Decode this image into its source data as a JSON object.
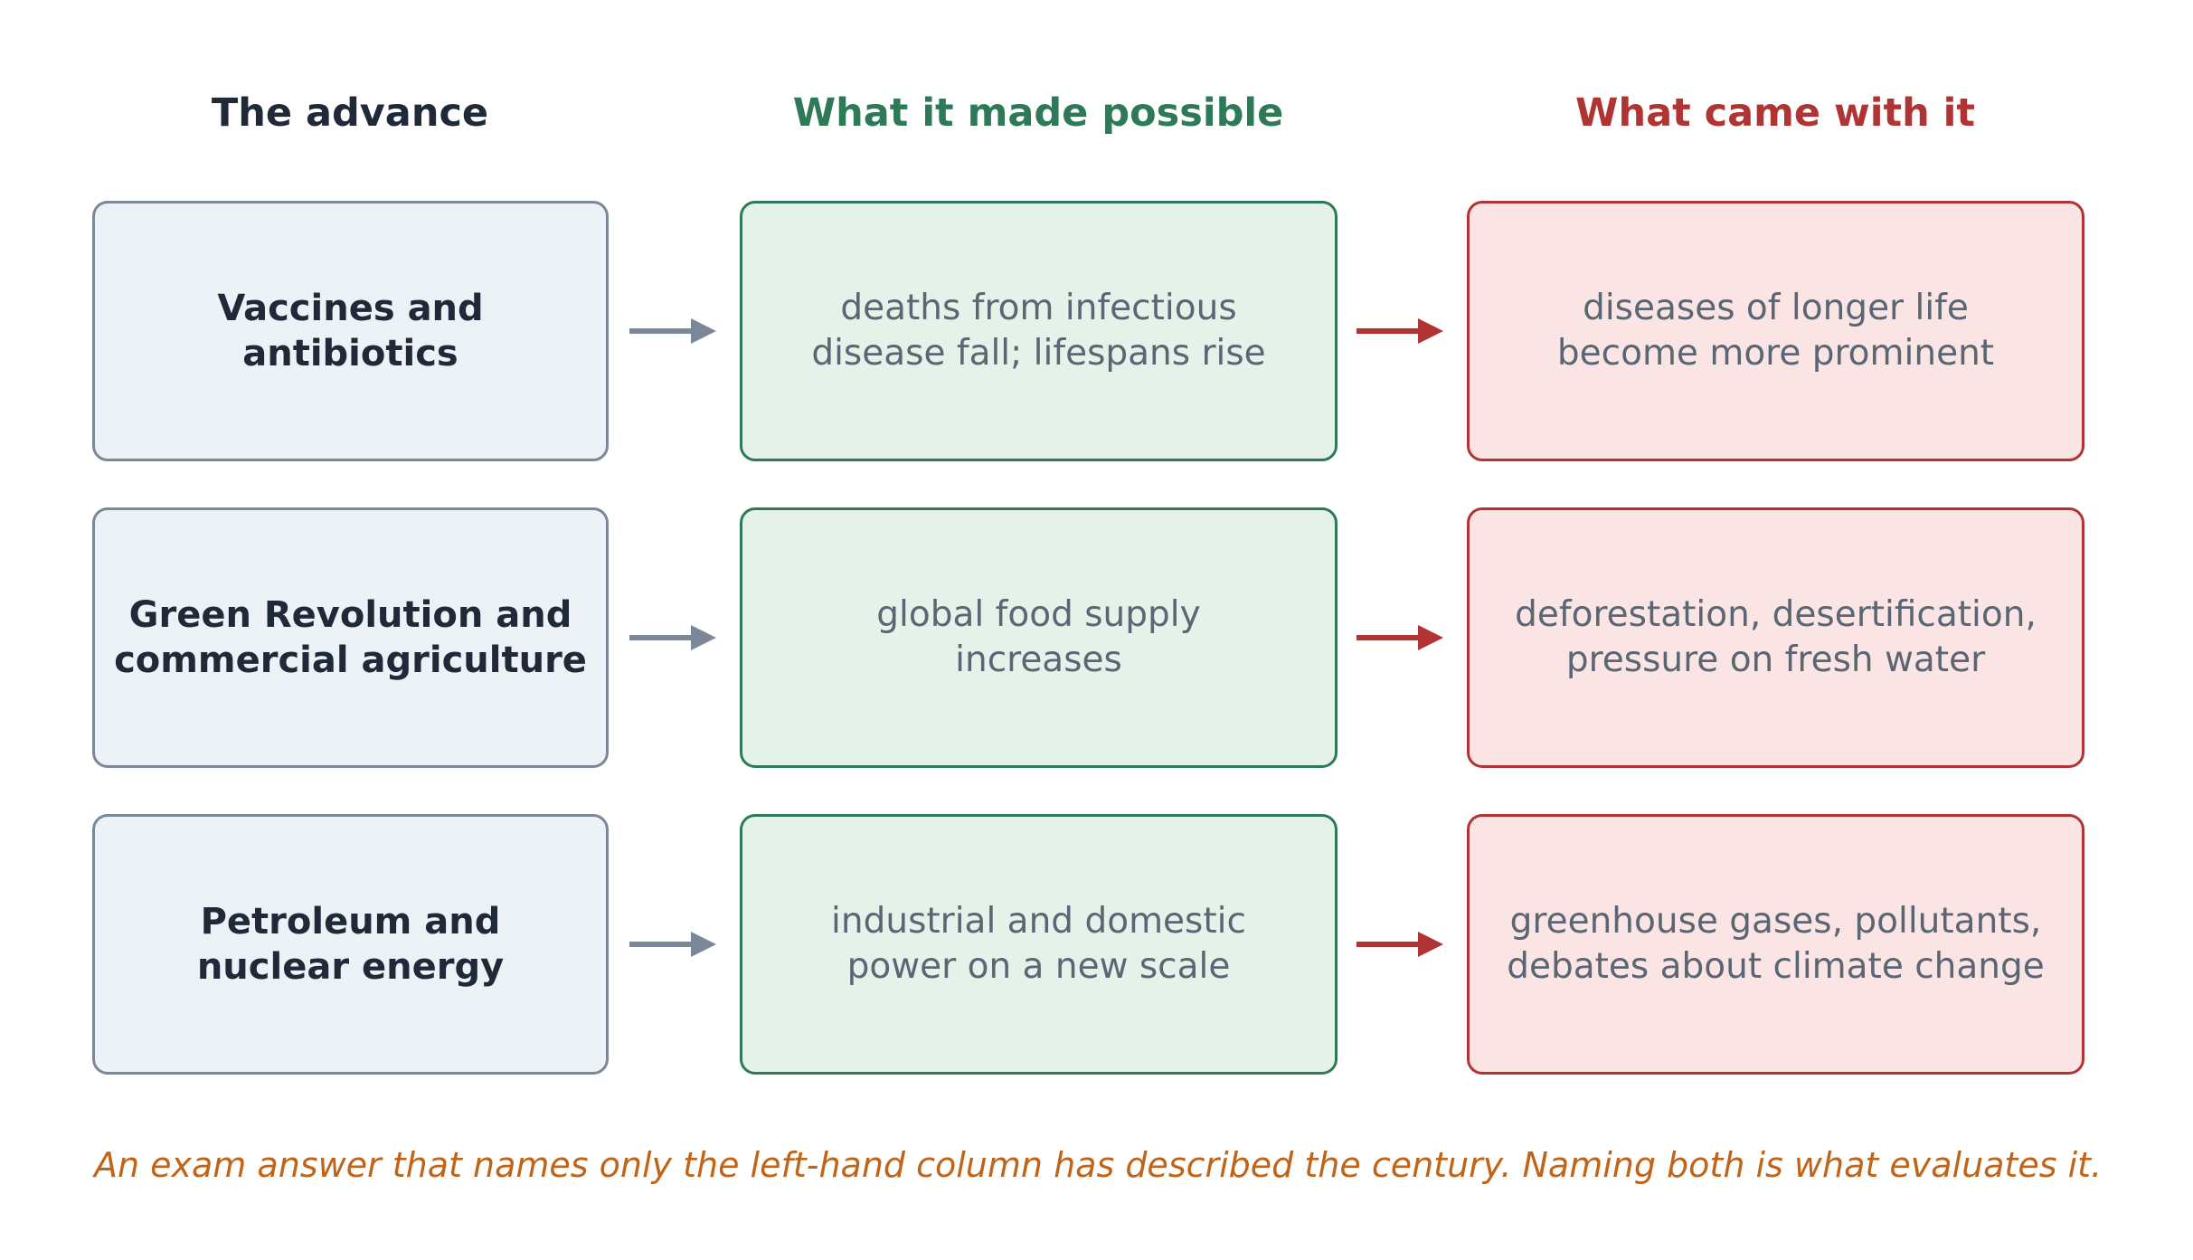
{
  "headers": {
    "advance": "The advance",
    "possible": "What it made possible",
    "came": "What came with it"
  },
  "rows": [
    {
      "advance": [
        "Vaccines and",
        "antibiotics"
      ],
      "possible": [
        "deaths from infectious",
        "disease fall; lifespans rise"
      ],
      "came": [
        "diseases of longer life",
        "become more prominent"
      ]
    },
    {
      "advance": [
        "Green Revolution and",
        "commercial agriculture"
      ],
      "possible": [
        "global food supply",
        "increases"
      ],
      "came": [
        "deforestation, desertification,",
        "pressure on fresh water"
      ]
    },
    {
      "advance": [
        "Petroleum and",
        "nuclear energy"
      ],
      "possible": [
        "industrial and domestic",
        "power on a new scale"
      ],
      "came": [
        "greenhouse gases, pollutants,",
        "debates about climate change"
      ]
    }
  ],
  "footnote": "An exam answer that names only the left-hand column has described the century. Naming both is what evaluates it.",
  "colors": {
    "advance_text": "#1f2937",
    "advance_fill": "#edf2f7",
    "advance_border": "#7a8899",
    "possible_title": "#2e7a57",
    "possible_fill": "#e4f2ea",
    "possible_border": "#2e7a57",
    "came_title": "#b03434",
    "came_fill": "#fbe5e4",
    "came_border": "#b03434",
    "body_text": "#5a6673",
    "arrow_gray": "#7a8899",
    "arrow_red": "#b03434",
    "footnote": "#c0641a"
  }
}
